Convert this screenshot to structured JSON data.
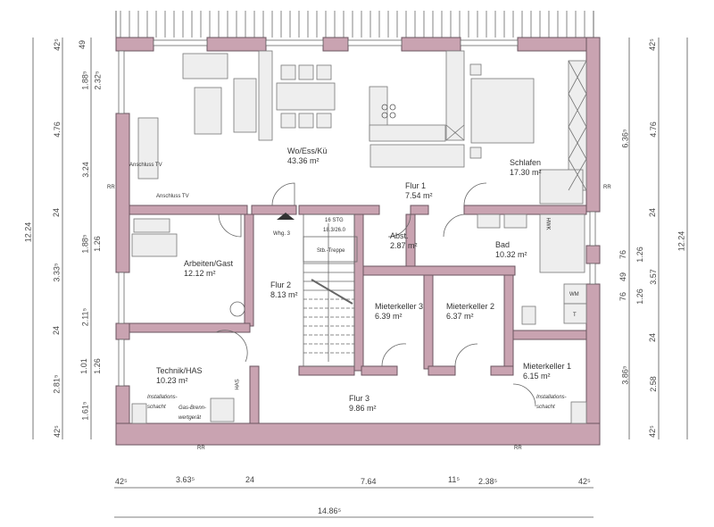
{
  "plan": {
    "rooms": [
      {
        "name": "Wo/Ess/Kü",
        "area": "43.36 m²"
      },
      {
        "name": "Schlafen",
        "area": "17.30 m²"
      },
      {
        "name": "Flur 1",
        "area": "7.54 m²"
      },
      {
        "name": "Arbeiten/Gast",
        "area": "12.12 m²"
      },
      {
        "name": "Flur 2",
        "area": "8.13 m²"
      },
      {
        "name": "Abst.",
        "area": "2.87 m²"
      },
      {
        "name": "Bad",
        "area": "10.32 m²"
      },
      {
        "name": "Mieterkeller 3",
        "area": "6.39 m²"
      },
      {
        "name": "Mieterkeller 2",
        "area": "6.37 m²"
      },
      {
        "name": "Technik/HAS",
        "area": "10.23 m²"
      },
      {
        "name": "Flur 3",
        "area": "9.86 m²"
      },
      {
        "name": "Mieterkeller 1",
        "area": "6.15 m²"
      }
    ],
    "annotations": {
      "anschluss_tv_1": "Anschluss TV",
      "anschluss_tv_2": "Anschluss TV",
      "whg": "Whg. 3",
      "stair_steps": "16 STG",
      "stair_ratio": "18.3/26.0",
      "stair_type": "Stb.-Treppe",
      "hwk": "HWK",
      "wm": "WM",
      "t": "T",
      "has": "HAS",
      "install_1": "Installations-schacht",
      "install_2": "Installations-schacht",
      "gas": "Gas-Brenn-wertgerät",
      "rr": "RR"
    },
    "dimensions": {
      "left_outer": [
        "12.24"
      ],
      "left_mid": [
        "42⁵",
        "4.76",
        "24",
        "3.33⁵",
        "24",
        "2.81⁵",
        "42⁵"
      ],
      "left_inner": [
        "49",
        "1.88⁵",
        "2.32⁵",
        "3.24",
        "1.88⁵",
        "1.26",
        "2.11⁵",
        "1.01",
        "1.26",
        "1.61⁵"
      ],
      "right_inner": [
        "6.36⁵",
        "76",
        "1.26",
        "49",
        "76",
        "1.26",
        "3.86⁵"
      ],
      "right_mid": [
        "42⁵",
        "4.76",
        "24",
        "3.57",
        "24",
        "2.58",
        "42⁵"
      ],
      "right_outer": [
        "12.24"
      ],
      "bottom_parts": [
        "42⁵",
        "3.63⁵",
        "24",
        "7.64",
        "11⁵",
        "2.38⁵",
        "42⁵"
      ],
      "bottom_total": "14.86⁵"
    },
    "colors": {
      "wall": "#c9a3b1",
      "wall_stroke": "#6b5560",
      "line": "#555555",
      "fixture": "#eeeeee"
    }
  }
}
